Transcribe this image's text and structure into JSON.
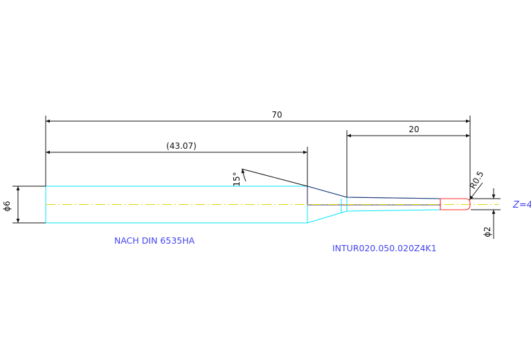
{
  "dimensions": {
    "overall_length": "70",
    "shank_length": "(43.07)",
    "flute_length": "20",
    "shank_diameter": "ϕ6",
    "tip_diameter": "ϕ2",
    "corner_radius": "R0.5",
    "taper_angle": "15°"
  },
  "annotations": {
    "standard": "NACH DIN 6535HA",
    "part_number": "INTUR020.050.020Z4K1",
    "flutes": "Z=4"
  },
  "colors": {
    "background": "#ffffff",
    "dimension_lines": "#111111",
    "tool_outline": "#00e5ff",
    "cutting_edge": "#ff2a2a",
    "centerline": "#e6d200",
    "annotation_text": "#4444ee"
  }
}
